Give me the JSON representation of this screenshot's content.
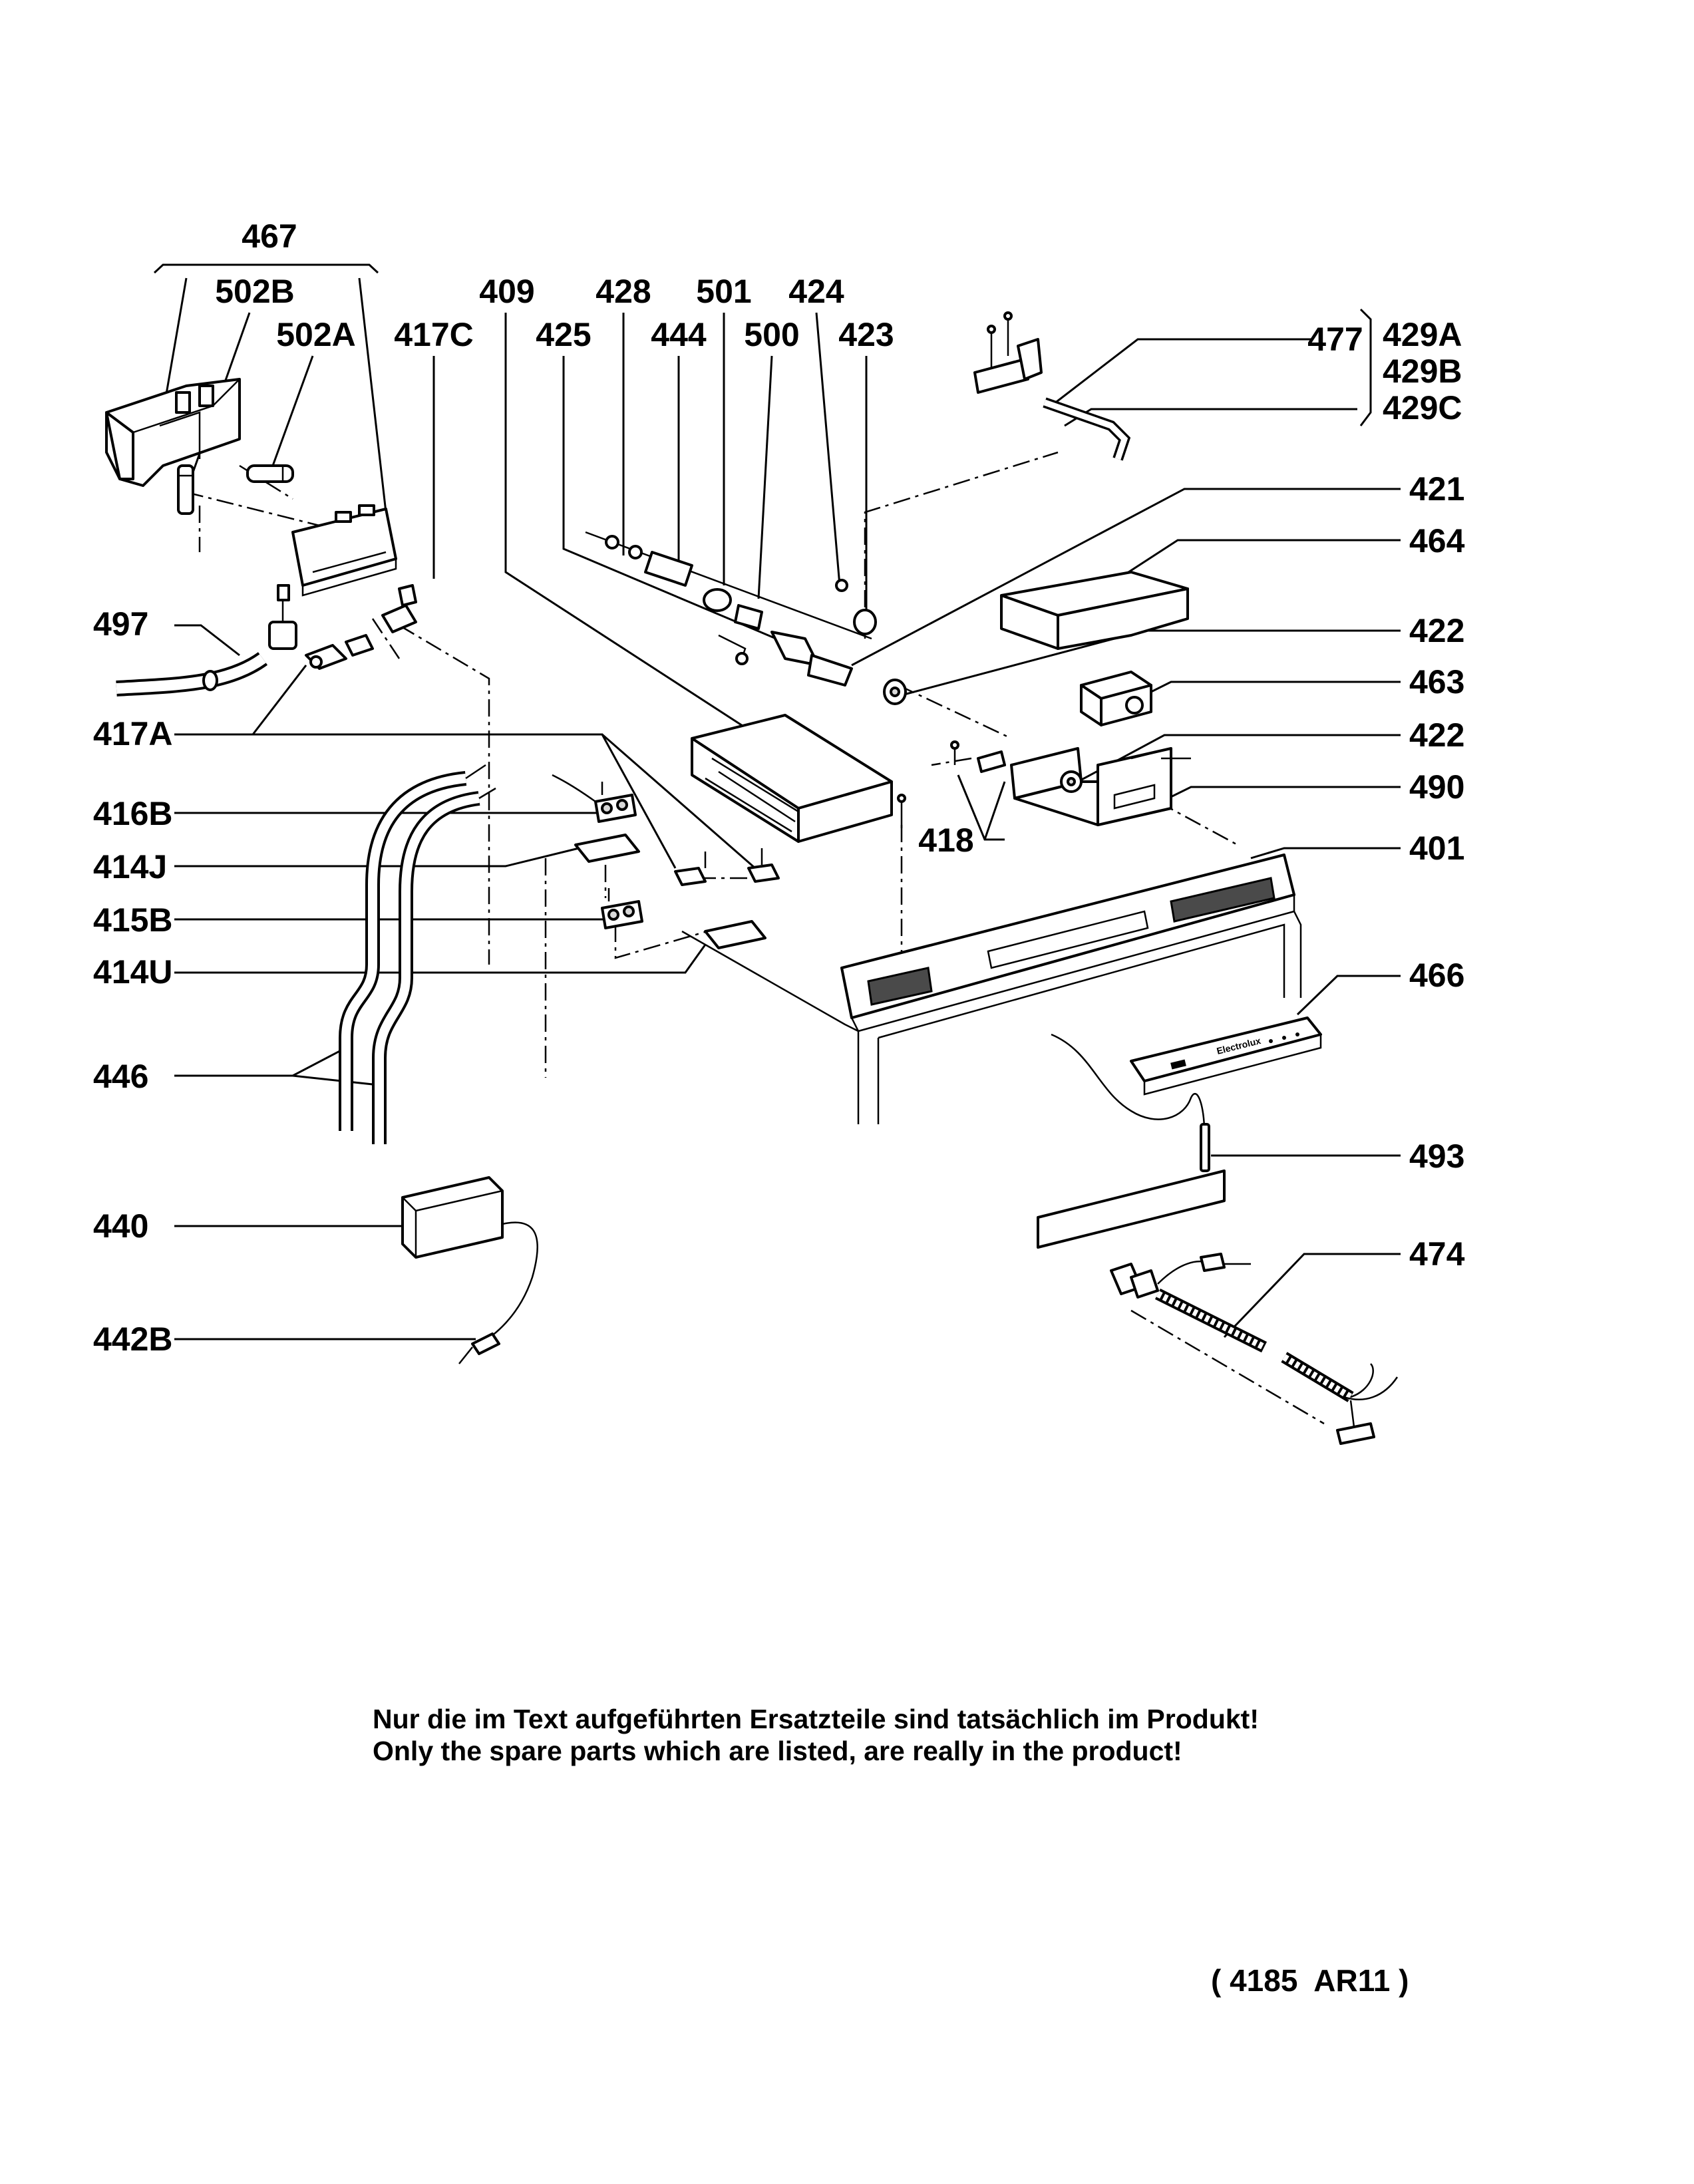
{
  "labels": {
    "l467": "467",
    "l502B": "502B",
    "l502A": "502A",
    "l417C": "417C",
    "l409": "409",
    "l428": "428",
    "l501": "501",
    "l424": "424",
    "l425": "425",
    "l444": "444",
    "l500": "500",
    "l423": "423",
    "l477": "477",
    "l429A": "429A",
    "l429B": "429B",
    "l429C": "429C",
    "l421": "421",
    "l464": "464",
    "l422a": "422",
    "l463": "463",
    "l422b": "422",
    "l490": "490",
    "l401": "401",
    "l418": "418",
    "l497": "497",
    "l417A": "417A",
    "l416B": "416B",
    "l414J": "414J",
    "l415B": "415B",
    "l414U": "414U",
    "l446": "446",
    "l440": "440",
    "l442B": "442B",
    "l466": "466",
    "l493": "493",
    "l474": "474"
  },
  "note_de": "Nur die im Text aufgeführten Ersatzteile sind tatsächlich im Produkt!",
  "note_en": "Only the spare parts which are listed, are really in the product!",
  "diagram_code": "( 4185  AR11 )",
  "panel_text": {
    "brand": "Electrolux"
  }
}
